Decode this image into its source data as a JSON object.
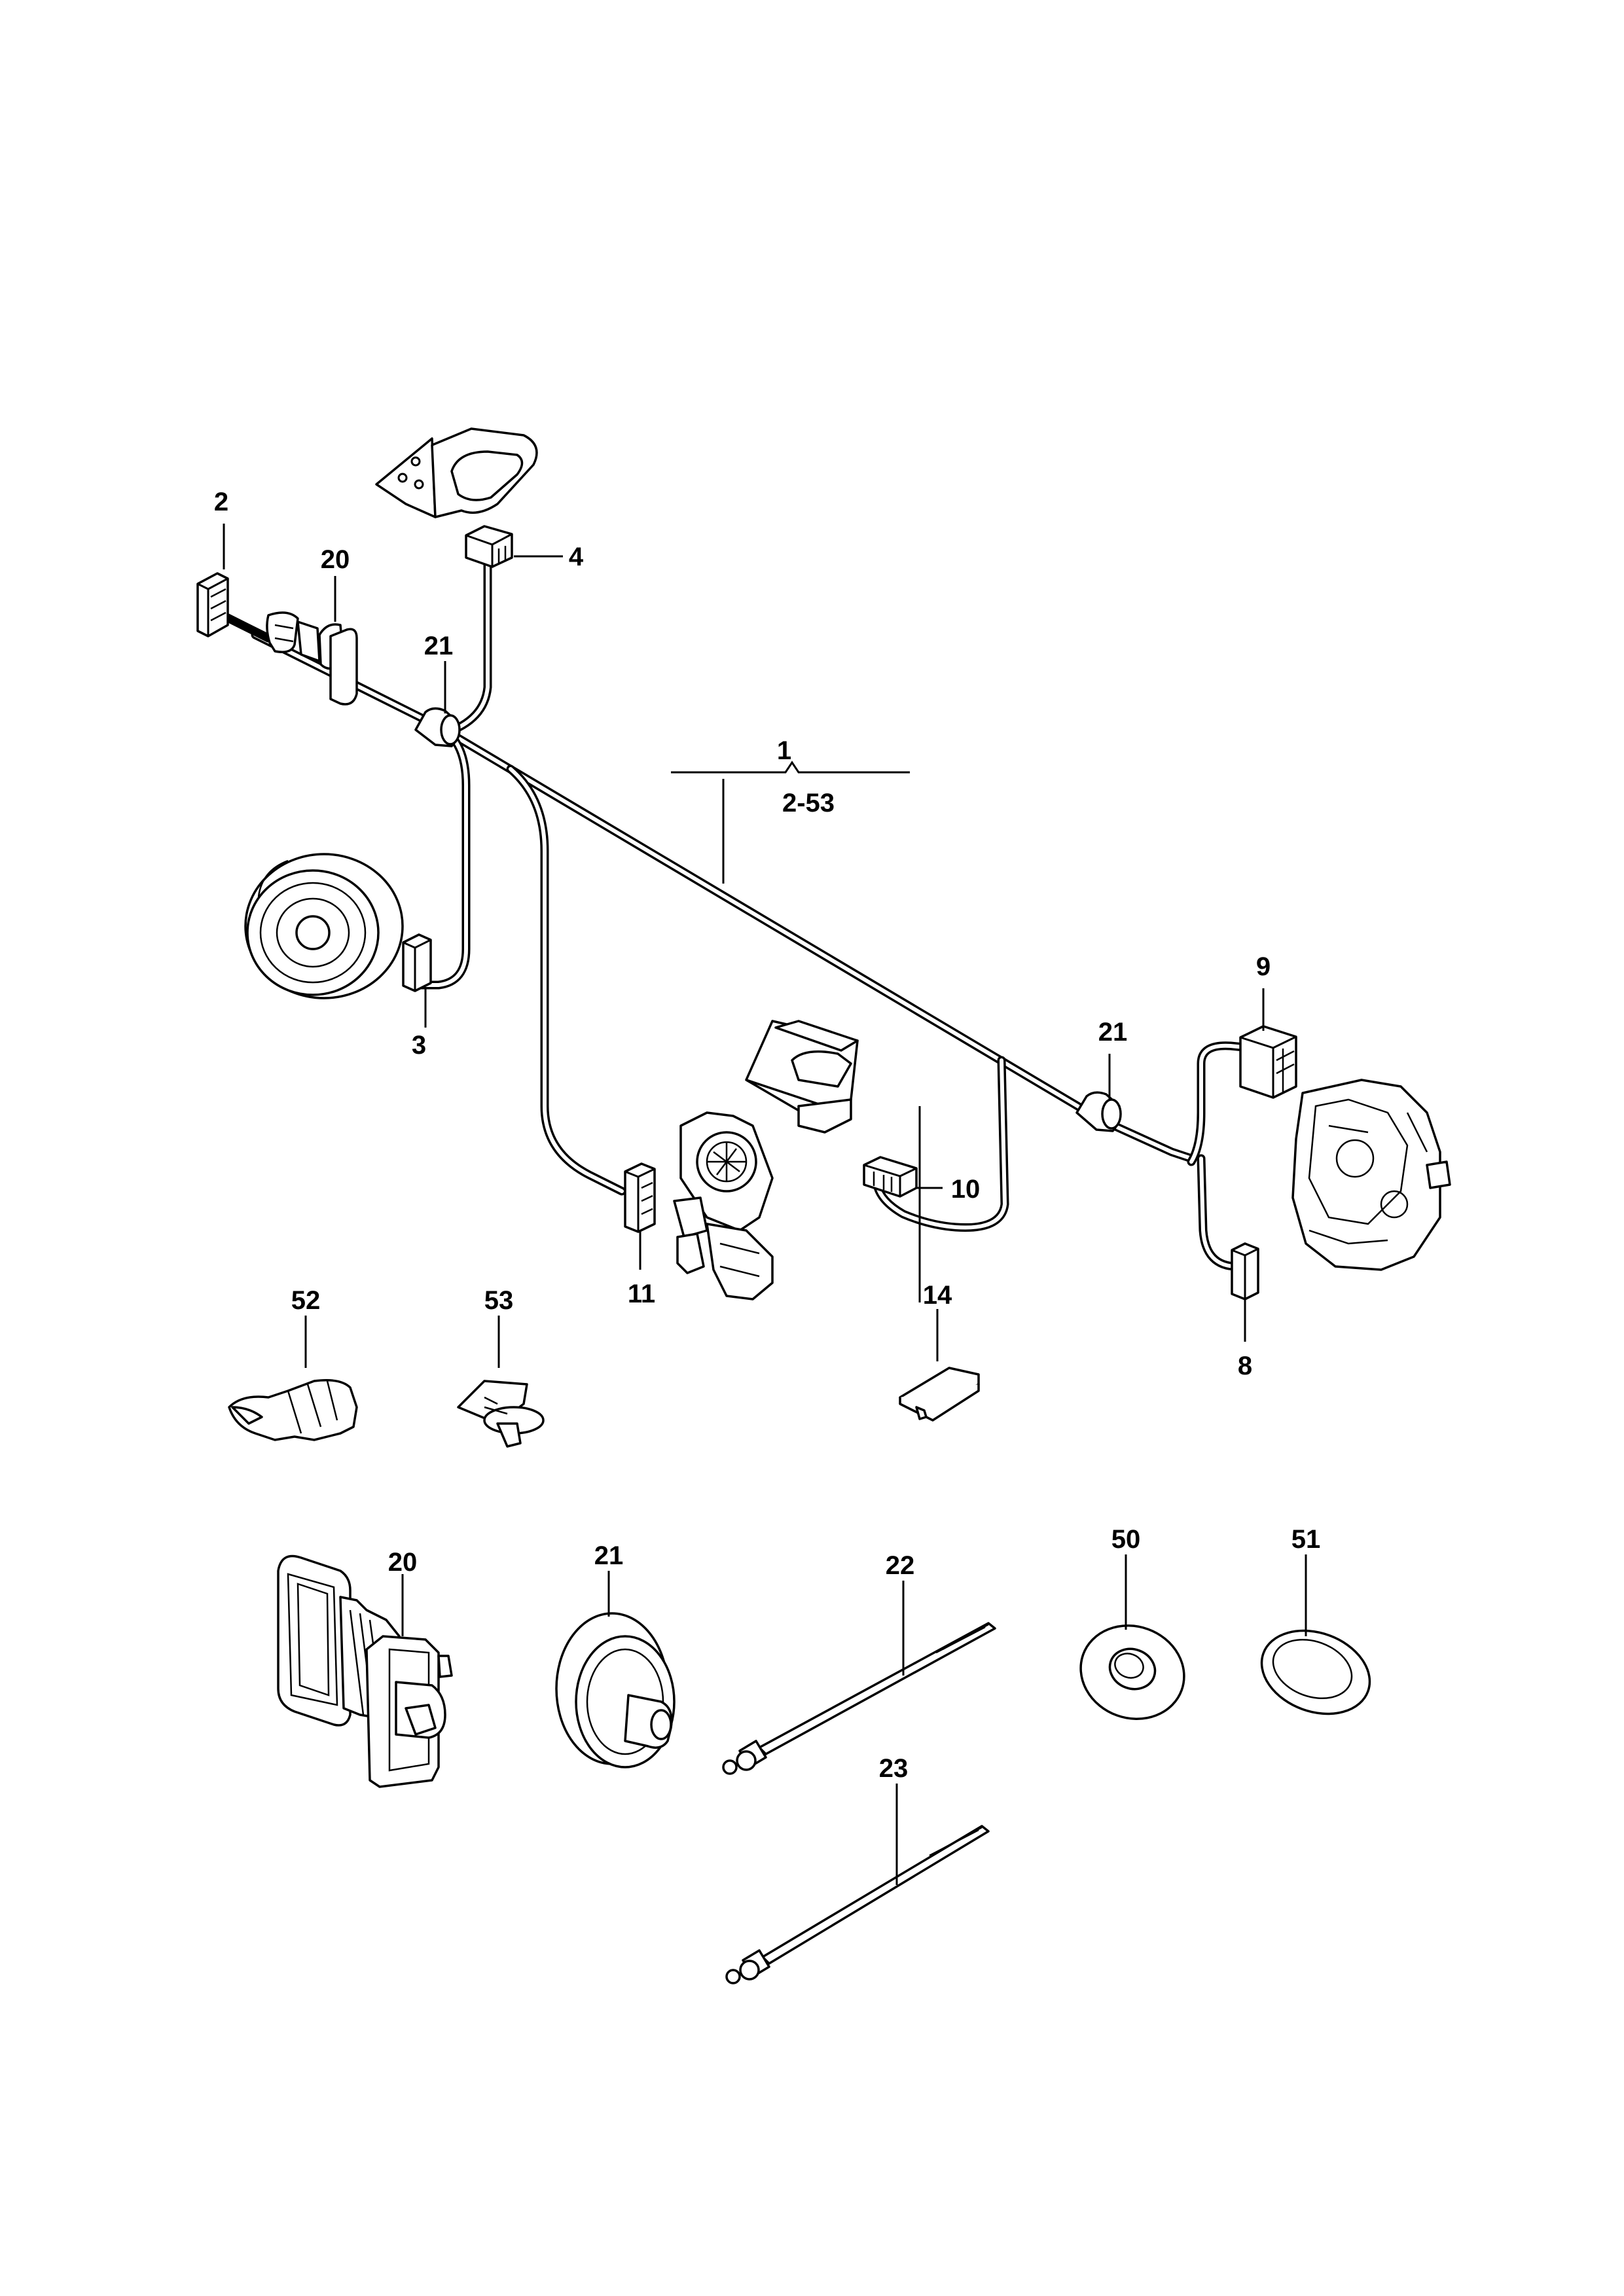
{
  "diagram": {
    "callouts": {
      "c1": "1",
      "c1_range": "2-53",
      "c2": "2",
      "c3": "3",
      "c4": "4",
      "c8": "8",
      "c9": "9",
      "c10": "10",
      "c11": "11",
      "c14": "14",
      "c20_top": "20",
      "c20_bottom": "20",
      "c21_left": "21",
      "c21_right": "21",
      "c21_bottom": "21",
      "c22": "22",
      "c23": "23",
      "c50": "50",
      "c51": "51",
      "c52": "52",
      "c53": "53"
    }
  }
}
